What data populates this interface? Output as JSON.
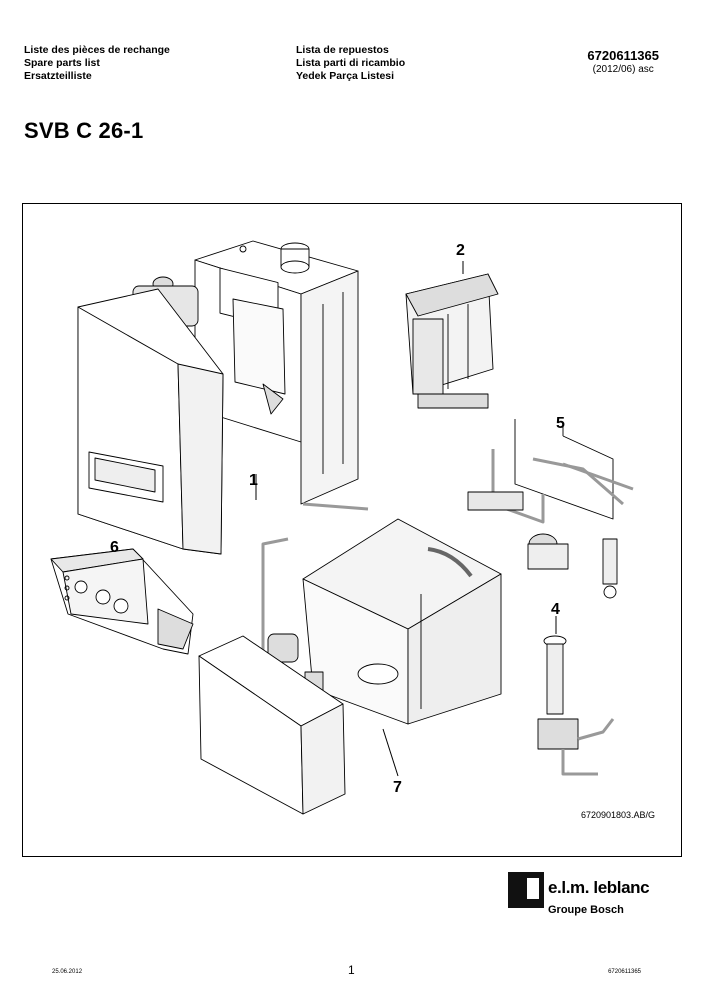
{
  "header": {
    "left": [
      "Liste des pièces de rechange",
      "Spare parts list",
      "Ersatzteilliste"
    ],
    "middle": [
      "Lista de repuestos",
      "Lista parti di ricambio",
      "Yedek Parça Listesi"
    ],
    "doc_number": "6720611365",
    "doc_version": "(2012/06) asc"
  },
  "model_title": "SVB C 26-1",
  "diagram": {
    "position_labels": [
      "1",
      "2",
      "4",
      "5",
      "6",
      "7"
    ],
    "figure_reference": "6720901803.AB/G"
  },
  "brand": {
    "name": "e.l.m. leblanc",
    "subtitle": "Groupe Bosch"
  },
  "footer": {
    "date": "25.06.2012",
    "page": "1",
    "doc_number": "6720611365"
  }
}
